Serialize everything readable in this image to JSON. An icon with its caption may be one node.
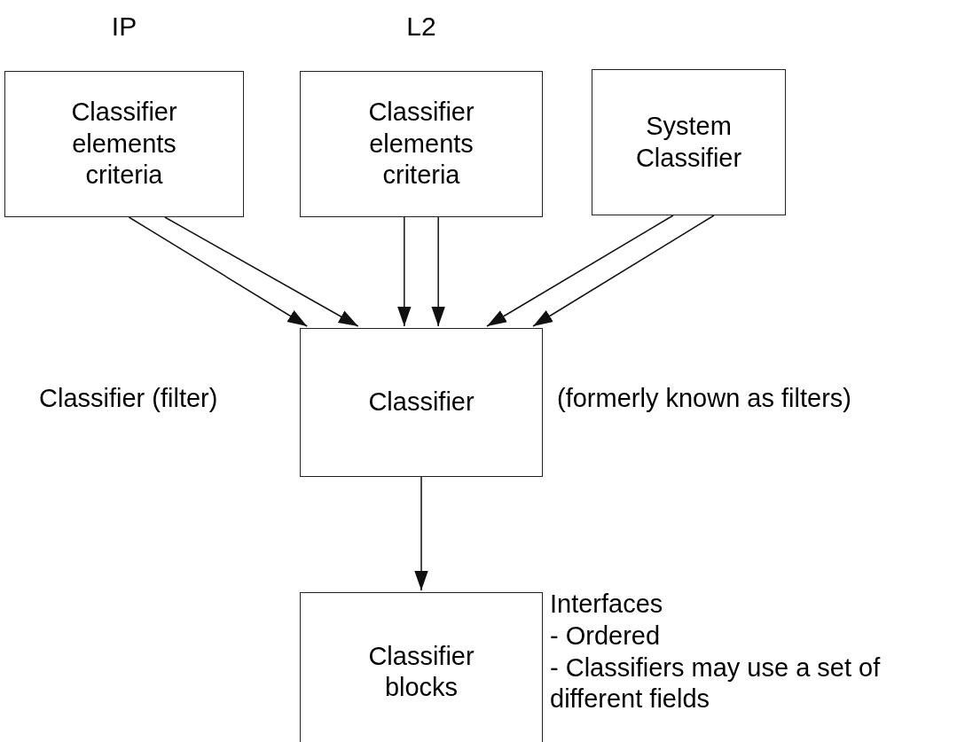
{
  "diagram": {
    "nodes": [
      {
        "text": [
          "IP",
          "Classifier elements criteria"
        ]
      },
      {
        "text": [
          "L2",
          "Classifier elements criteria"
        ]
      },
      {
        "text": [
          "System Classifier"
        ]
      },
      {
        "text": [
          "Classifier"
        ],
        "beside": [
          "Classifier (filter)",
          "(formerly known as filters)"
        ]
      },
      {
        "text": [
          "Classifier blocks"
        ],
        "beside": [
          "Interfaces",
          "- Ordered",
          "- Classifiers may use a set of different fields"
        ]
      }
    ],
    "edges": [
      {
        "from": 0,
        "to": 3,
        "arrow": "to"
      },
      {
        "from": 0,
        "to": 3,
        "arrow": "to"
      },
      {
        "from": 1,
        "to": 3,
        "arrow": "to"
      },
      {
        "from": 1,
        "to": 3,
        "arrow": "to"
      },
      {
        "from": 2,
        "to": 3,
        "arrow": "to"
      },
      {
        "from": 2,
        "to": 3,
        "arrow": "to"
      },
      {
        "from": 3,
        "to": 4,
        "arrow": "to"
      }
    ]
  }
}
